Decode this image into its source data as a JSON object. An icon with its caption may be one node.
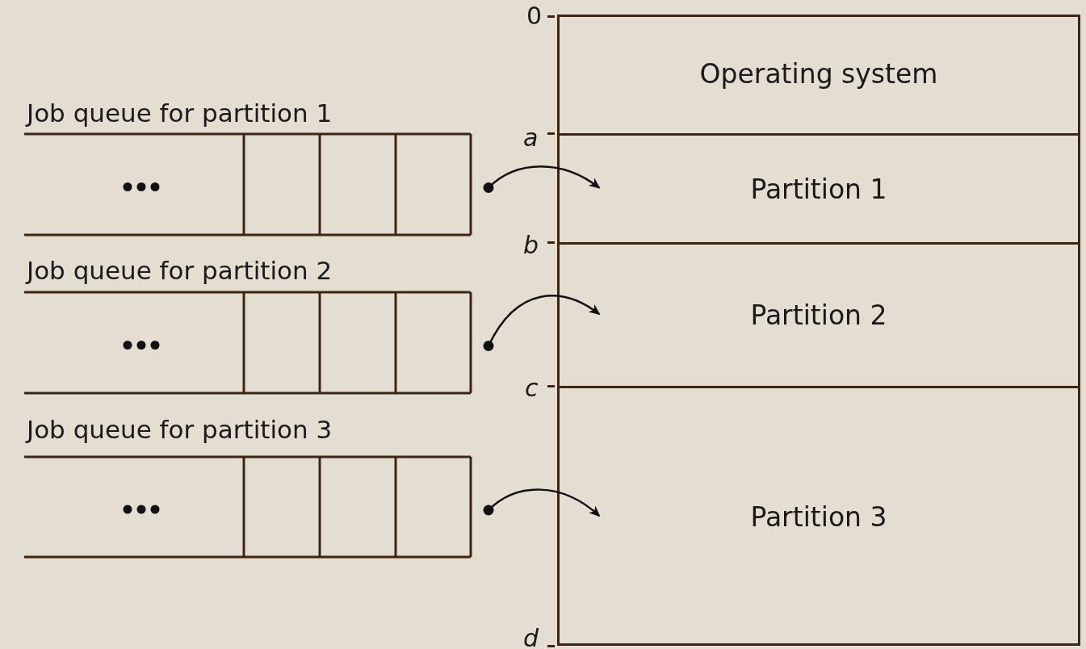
{
  "diagram": {
    "nodes": [
      {
        "text": [
          "Job queue for partition 1"
        ]
      },
      {
        "text": [
          "Job queue for partition 2"
        ]
      },
      {
        "text": [
          "Job queue for partition 3"
        ]
      },
      {
        "text": [
          "Operating system"
        ]
      },
      {
        "text": [
          "Partition 1"
        ]
      },
      {
        "text": [
          "Partition 2"
        ]
      },
      {
        "text": [
          "Partition 3"
        ]
      }
    ],
    "edges": [
      {
        "from": 0,
        "to": 4,
        "arrow": "to"
      },
      {
        "from": 1,
        "to": 5,
        "arrow": "to"
      },
      {
        "from": 2,
        "to": 6,
        "arrow": "to"
      }
    ],
    "labels": [
      "0",
      "a",
      "b",
      "c",
      "d"
    ]
  }
}
